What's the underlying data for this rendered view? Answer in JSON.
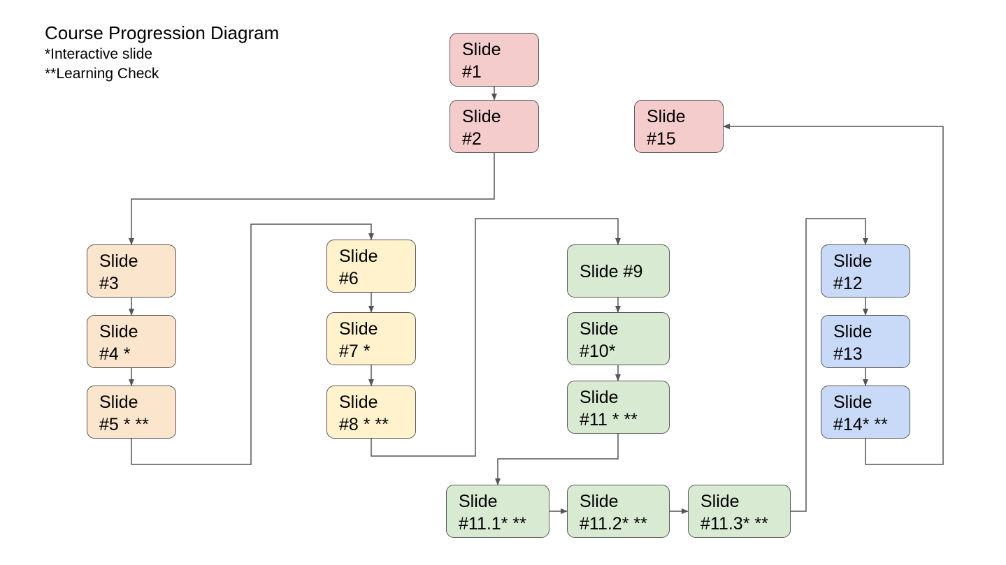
{
  "header": {
    "title": "Course Progression Diagram",
    "legend": [
      "*Interactive slide",
      "**Learning Check"
    ]
  },
  "colors": {
    "red": "#f4cccc",
    "orange": "#fce5cd",
    "yellow": "#fff2cc",
    "green": "#d9ead3",
    "blue": "#c9daf8",
    "connector": "#555555"
  },
  "nodes": [
    {
      "id": "s1",
      "lines": [
        "Slide",
        "#1"
      ],
      "color": "red"
    },
    {
      "id": "s2",
      "lines": [
        "Slide",
        "#2"
      ],
      "color": "red"
    },
    {
      "id": "s15",
      "lines": [
        "Slide",
        "#15"
      ],
      "color": "red"
    },
    {
      "id": "s3",
      "lines": [
        "Slide",
        "#3"
      ],
      "color": "orange"
    },
    {
      "id": "s4",
      "lines": [
        "Slide",
        "#4 *"
      ],
      "color": "orange"
    },
    {
      "id": "s5",
      "lines": [
        "Slide",
        "#5 * **"
      ],
      "color": "orange"
    },
    {
      "id": "s6",
      "lines": [
        "Slide",
        "#6"
      ],
      "color": "yellow"
    },
    {
      "id": "s7",
      "lines": [
        "Slide",
        "#7 *"
      ],
      "color": "yellow"
    },
    {
      "id": "s8",
      "lines": [
        "Slide",
        "#8 * **"
      ],
      "color": "yellow"
    },
    {
      "id": "s9",
      "lines": [
        "Slide #9"
      ],
      "color": "green"
    },
    {
      "id": "s10",
      "lines": [
        "Slide",
        "#10*"
      ],
      "color": "green"
    },
    {
      "id": "s11",
      "lines": [
        "Slide",
        "#11 * **"
      ],
      "color": "green"
    },
    {
      "id": "s11_1",
      "lines": [
        "Slide",
        "#11.1* **"
      ],
      "color": "green"
    },
    {
      "id": "s11_2",
      "lines": [
        "Slide",
        "#11.2* **"
      ],
      "color": "green"
    },
    {
      "id": "s11_3",
      "lines": [
        "Slide",
        "#11.3* **"
      ],
      "color": "green"
    },
    {
      "id": "s12",
      "lines": [
        "Slide",
        "#12"
      ],
      "color": "blue"
    },
    {
      "id": "s13",
      "lines": [
        "Slide",
        "#13"
      ],
      "color": "blue"
    },
    {
      "id": "s14",
      "lines": [
        "Slide",
        "#14* **"
      ],
      "color": "blue"
    }
  ],
  "edges": [
    [
      "s1",
      "s2"
    ],
    [
      "s2",
      "s3"
    ],
    [
      "s3",
      "s4"
    ],
    [
      "s4",
      "s5"
    ],
    [
      "s5",
      "s6"
    ],
    [
      "s6",
      "s7"
    ],
    [
      "s7",
      "s8"
    ],
    [
      "s8",
      "s9"
    ],
    [
      "s9",
      "s10"
    ],
    [
      "s10",
      "s11"
    ],
    [
      "s11",
      "s11_1"
    ],
    [
      "s11_1",
      "s11_2"
    ],
    [
      "s11_2",
      "s11_3"
    ],
    [
      "s11_3",
      "s12"
    ],
    [
      "s12",
      "s13"
    ],
    [
      "s13",
      "s14"
    ],
    [
      "s14",
      "s15"
    ]
  ]
}
